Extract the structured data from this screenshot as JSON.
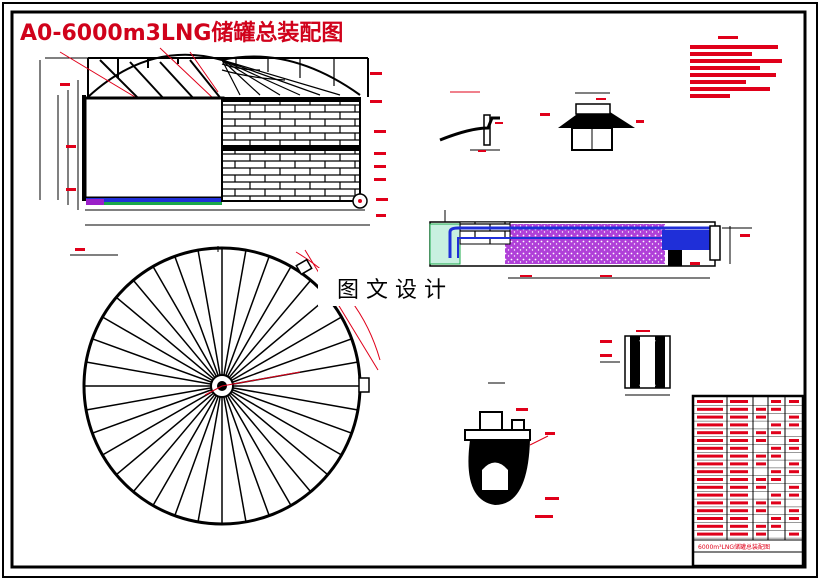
{
  "drawing": {
    "title": "A0-6000m3LNG储罐总装配图",
    "watermark": "图 文 设 计",
    "title_block_name": "6000m³LNG储罐总装配图"
  },
  "colors": {
    "frame": "#000000",
    "title": "#d0021b",
    "annotation": "#e0001a",
    "insulation": "#9a1fc8",
    "dimension_blue": "#1f2fd8",
    "green_fill": "#1aa84a"
  }
}
